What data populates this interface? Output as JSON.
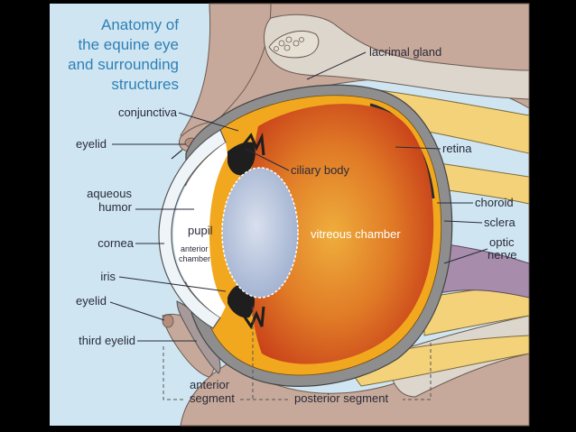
{
  "title": {
    "line1": "Anatomy of",
    "line2": "the equine eye",
    "line3": "and surrounding",
    "line4": "structures"
  },
  "labels": {
    "lacrimal_gland": "lacrimal gland",
    "conjunctiva": "conjunctiva",
    "eyelid_upper": "eyelid",
    "ciliary_body": "ciliary body",
    "retina": "retina",
    "aqueous_humor_1": "aqueous",
    "aqueous_humor_2": "humor",
    "choroid": "choroid",
    "pupil": "pupil",
    "vitreous_chamber": "vitreous chamber",
    "sclera": "sclera",
    "cornea": "cornea",
    "anterior_chamber_1": "anterior",
    "anterior_chamber_2": "chamber",
    "optic_nerve_1": "optic",
    "optic_nerve_2": "nerve",
    "iris": "iris",
    "eyelid_lower": "eyelid",
    "third_eyelid": "third eyelid",
    "anterior_segment_1": "anterior",
    "anterior_segment_2": "segment",
    "posterior_segment": "posterior segment"
  },
  "colors": {
    "background": "#000000",
    "panel": "#cfe6f2",
    "skin": "#c6a99a",
    "bone": "#dcd6cc",
    "sclera": "#8e8e8e",
    "vitreous_center": "#e8a23a",
    "vitreous_edge": "#c8401a",
    "choroid": "#f2a81e",
    "lens": "#b9c5dc",
    "nerve": "#a88cab",
    "muscle": "#f4d27a",
    "title": "#2f7fb6"
  }
}
